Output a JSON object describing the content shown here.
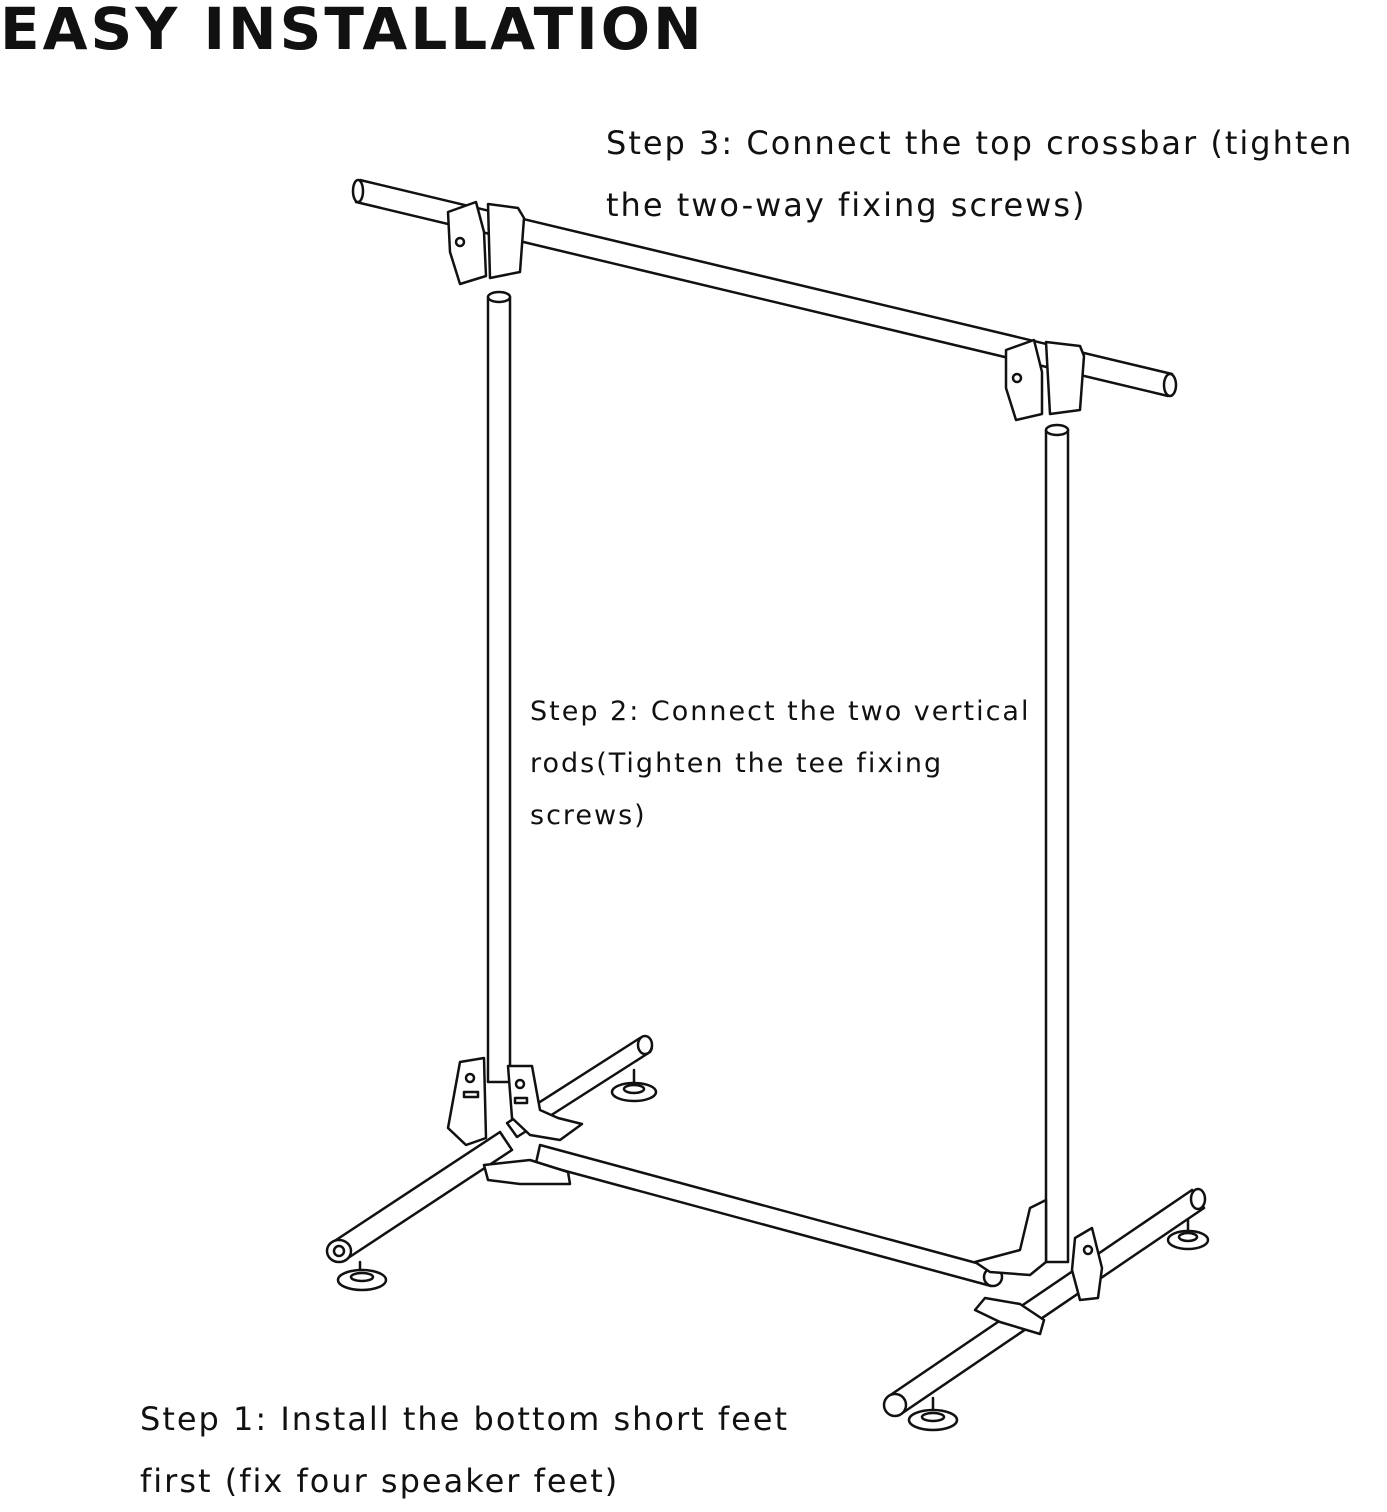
{
  "title": "EASY INSTALLATION",
  "steps": {
    "step3": {
      "lines": [
        "Step 3: Connect the top crossbar (tighten",
        "the two-way fixing screws)"
      ]
    },
    "step2": {
      "lines": [
        "Step 2: Connect the two vertical",
        "rods(Tighten the tee fixing",
        "screws)"
      ]
    },
    "step1": {
      "lines": [
        "Step 1: Install the bottom short feet",
        "first (fix four speaker feet)"
      ]
    }
  },
  "colors": {
    "ink": "#111111",
    "background": "#ffffff"
  },
  "illustration": "rack-assembly-line-art"
}
